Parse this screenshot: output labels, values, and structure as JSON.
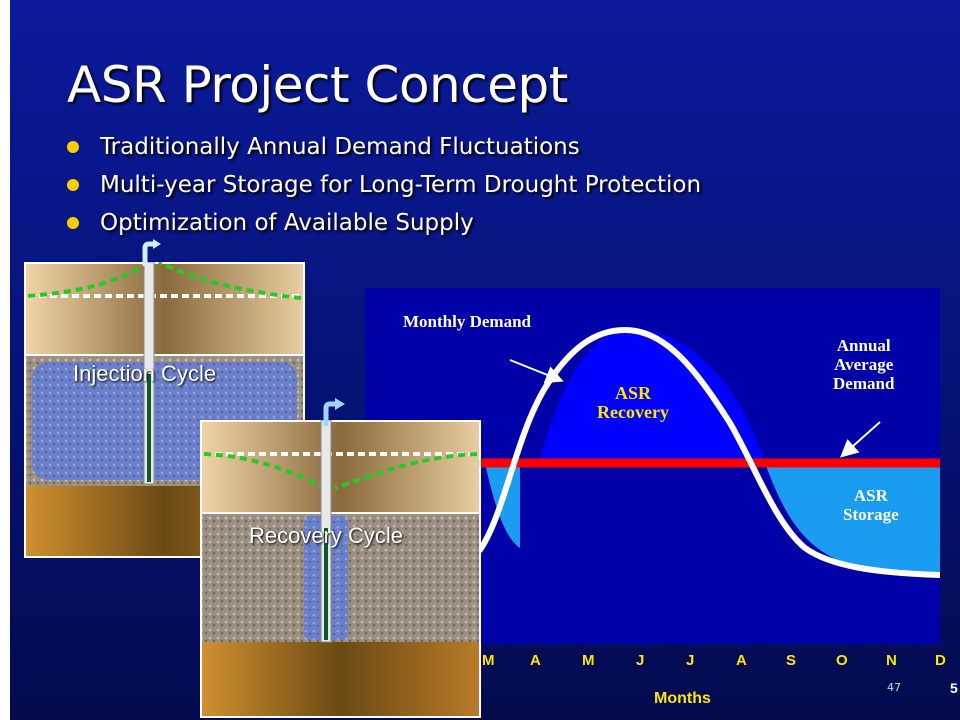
{
  "slide": {
    "title": "ASR Project Concept",
    "bullets": [
      "Traditionally Annual Demand Fluctuations",
      "Multi-year Storage for Long-Term Drought Protection",
      "Optimization of Available Supply"
    ],
    "page_number": "47",
    "corner_mark": "5"
  },
  "wells": {
    "injection_label": "Injection Cycle",
    "recovery_label": "Recovery Cycle"
  },
  "chart": {
    "monthly_demand_label": "Monthly  Demand",
    "annual_average_label": [
      "Annual",
      "Average",
      "Demand"
    ],
    "recovery_label": [
      "ASR",
      "Recovery"
    ],
    "storage_label": [
      "ASR",
      "Storage"
    ],
    "xlabel": "Months",
    "months": [
      "M",
      "A",
      "M",
      "J",
      "J",
      "A",
      "S",
      "O",
      "N",
      "D"
    ]
  },
  "colors": {
    "background": "#0b1a9a",
    "chart_background": "#0000a8",
    "recovery_fill": "#0000ff",
    "storage_fill": "#1a9cf0",
    "average_line": "#ff0000",
    "curve": "#ffffff",
    "month_text": "#ffe600",
    "bullet": "#ffcc00",
    "drawdown_line": "#22cc22"
  }
}
